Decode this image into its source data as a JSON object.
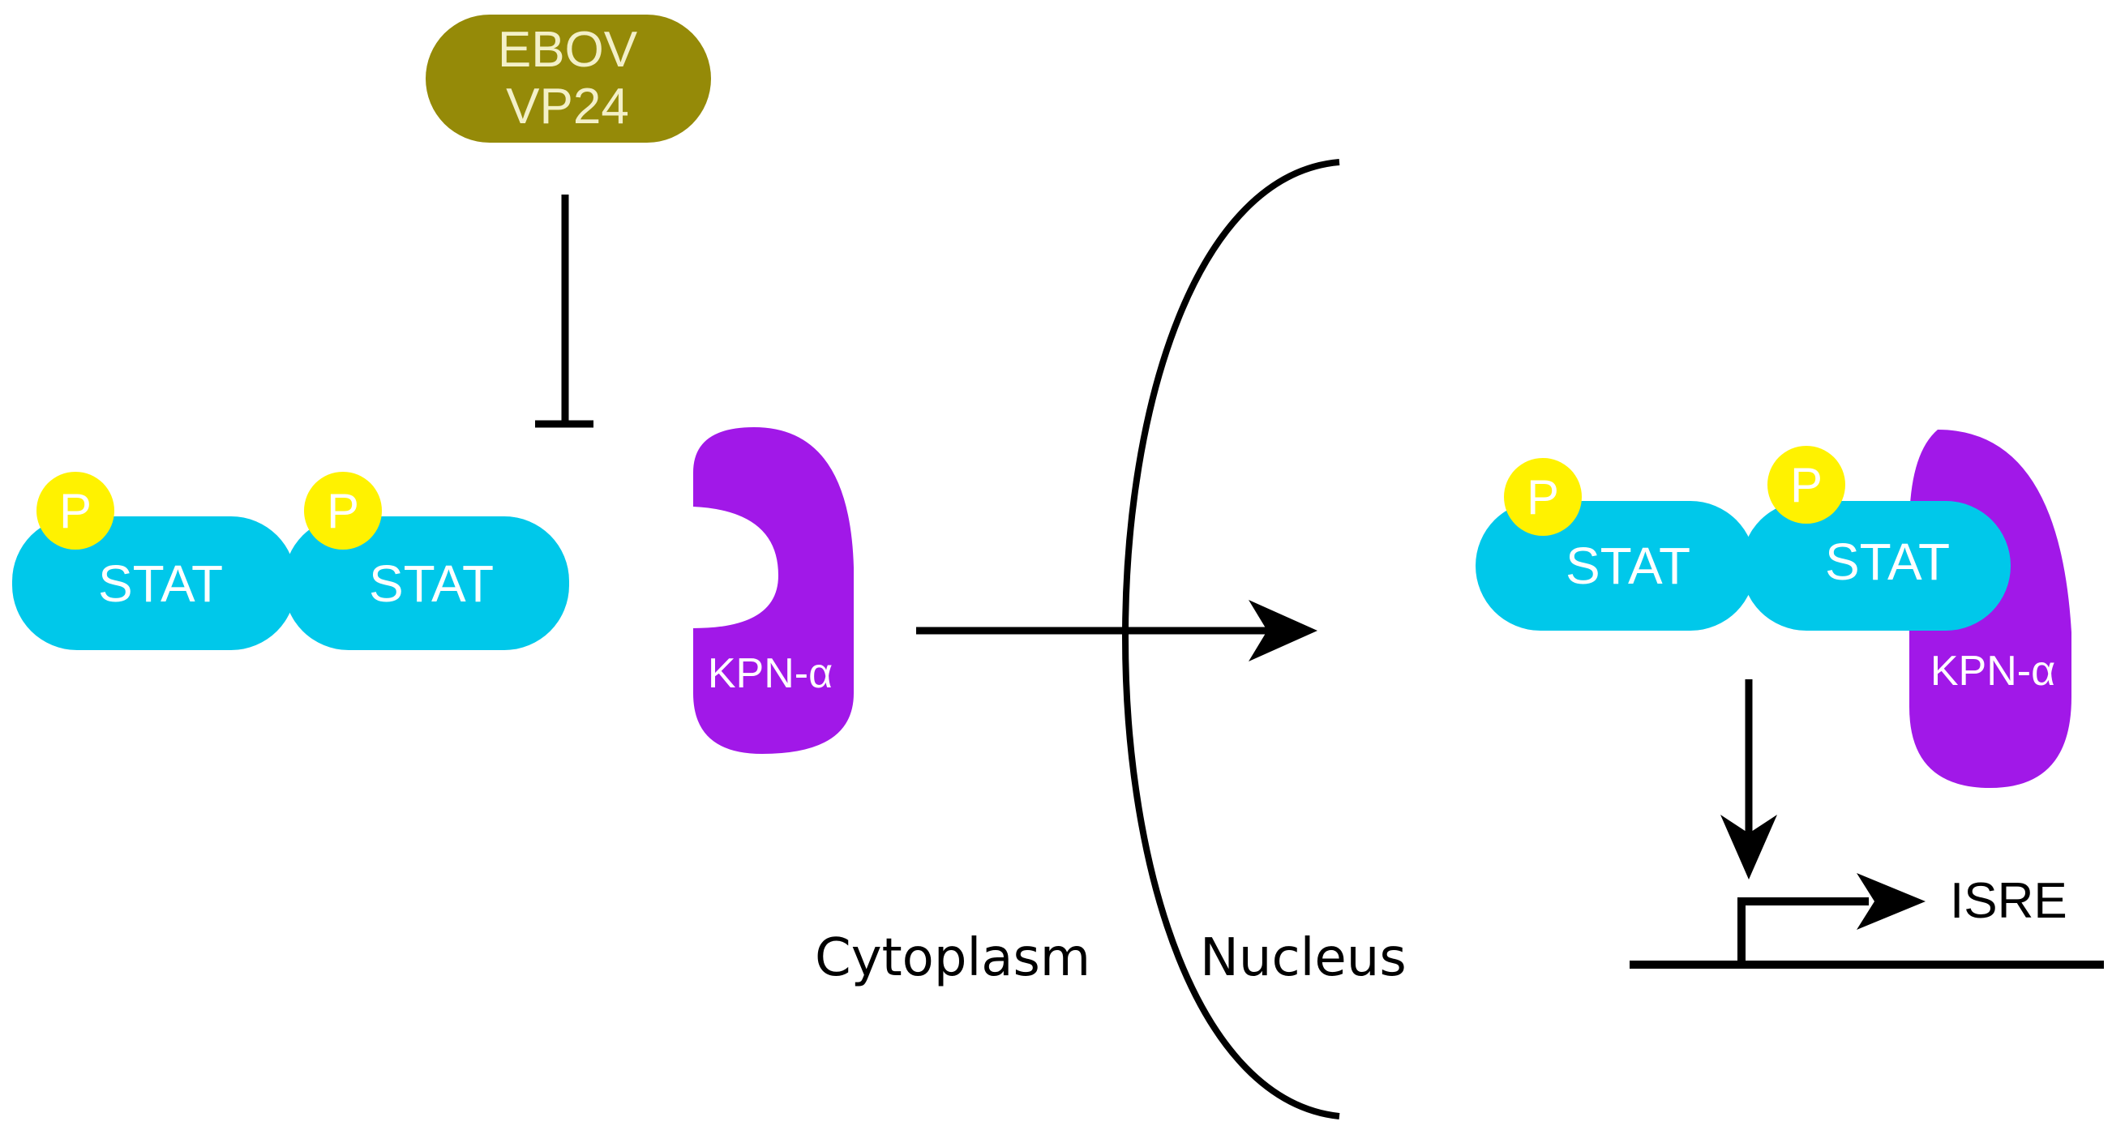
{
  "vp24": {
    "line1": "EBOV",
    "line2": "VP24",
    "color": "#958a08"
  },
  "stat_color": "#00c8ea",
  "phospho": {
    "label": "P",
    "color": "#fff200"
  },
  "kpn": {
    "label": "KPN-α",
    "color": "#a118e8"
  },
  "stat_label": "STAT",
  "compartments": {
    "cytoplasm": "Cytoplasm",
    "nucleus": "Nucleus"
  },
  "promoter": {
    "label": "ISRE"
  }
}
